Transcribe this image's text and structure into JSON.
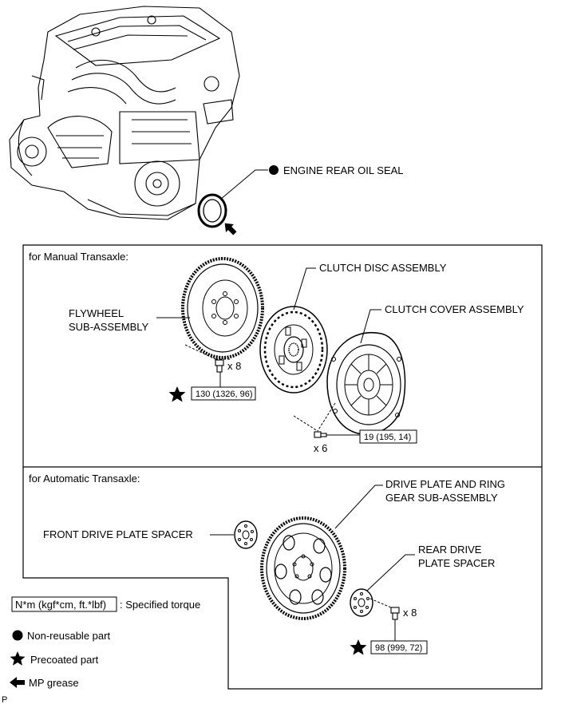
{
  "top": {
    "oil_seal_label": "ENGINE REAR OIL SEAL"
  },
  "manual": {
    "title": "for Manual Transaxle:",
    "flywheel_label_1": "FLYWHEEL",
    "flywheel_label_2": "SUB-ASSEMBLY",
    "clutch_disc_label": "CLUTCH DISC ASSEMBLY",
    "clutch_cover_label": "CLUTCH COVER ASSEMBLY",
    "flywheel_bolt_qty": "x 8",
    "flywheel_torque": "130 (1326, 96)",
    "cover_bolt_qty": "x 6",
    "cover_torque": "19 (195, 14)"
  },
  "automatic": {
    "title": "for Automatic Transaxle:",
    "drive_plate_label_1": "DRIVE PLATE AND RING",
    "drive_plate_label_2": "GEAR SUB-ASSEMBLY",
    "front_spacer_label": "FRONT DRIVE PLATE SPACER",
    "rear_spacer_label_1": "REAR DRIVE",
    "rear_spacer_label_2": "PLATE SPACER",
    "bolt_qty": "x 8",
    "torque": "98 (999, 72)"
  },
  "legend": {
    "torque_box": "N*m (kgf*cm, ft.*lbf)",
    "torque_desc": ": Specified torque",
    "non_reusable": "Non-reusable part",
    "precoated": "Precoated part",
    "mp_grease": "MP grease"
  },
  "footer": {
    "code": "P"
  }
}
